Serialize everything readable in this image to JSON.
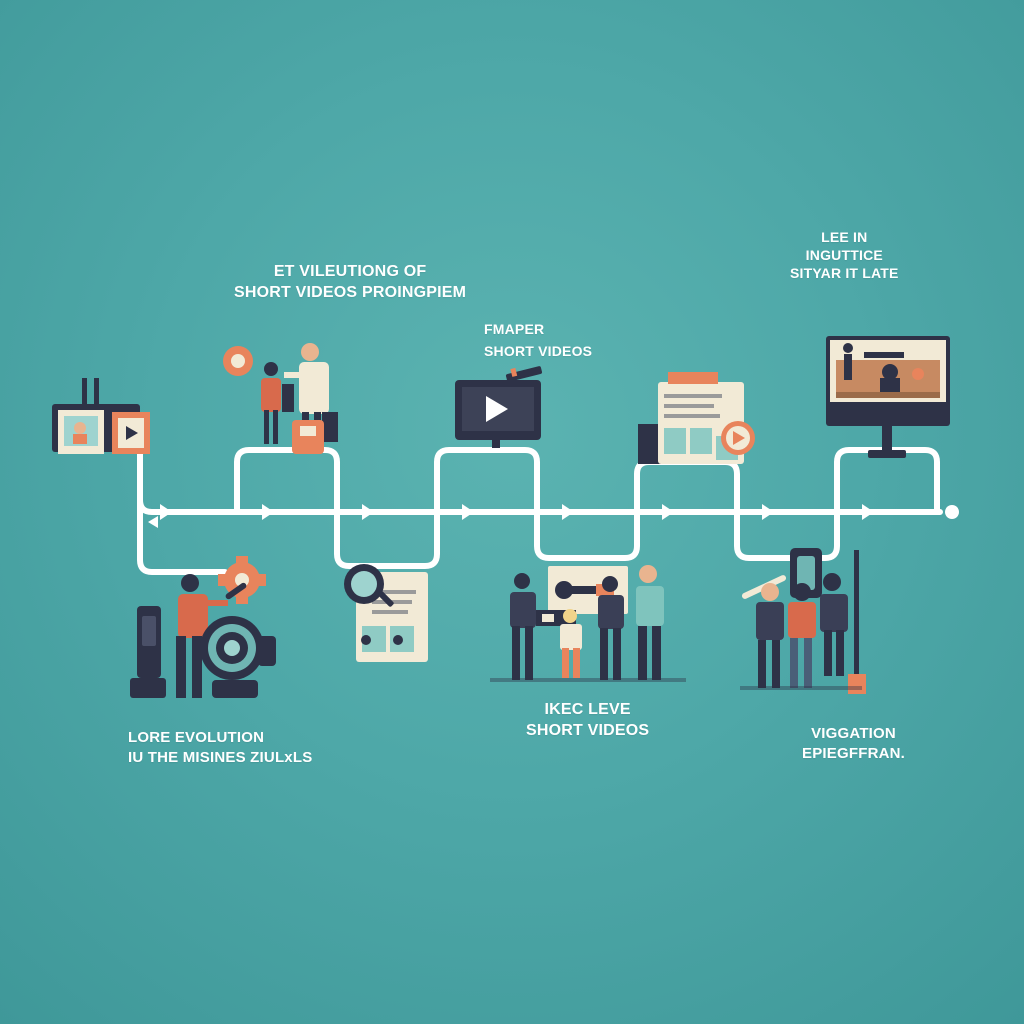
{
  "labels": {
    "evolution_header": {
      "line1": "ET VILEUTIONG OF",
      "line2": "SHORT VIDEOS PROINGPIEM"
    },
    "fmaper": {
      "line1": "FMAPER",
      "line2": "SHORT VIDEOS"
    },
    "leein": {
      "line1": "LEE IN",
      "line2": "INGUTTICE",
      "line3": "SITYAR IT LATE"
    },
    "lore": {
      "line1": "LORE EVOLUTION",
      "line2": "IU THE MISINES ZIULxLS"
    },
    "ikec": {
      "line1": "IKEC LEVE",
      "line2": "SHORT VIDEOS"
    },
    "viggation": {
      "line1": "VIGGATION",
      "line2": "EPIEGFFRAN."
    }
  },
  "colors": {
    "background": "#4ea8a8",
    "path": "#ffffff",
    "navy": "#2e3247",
    "orange": "#e8845c",
    "cream": "#f2ead6",
    "skin": "#e9b48f"
  }
}
